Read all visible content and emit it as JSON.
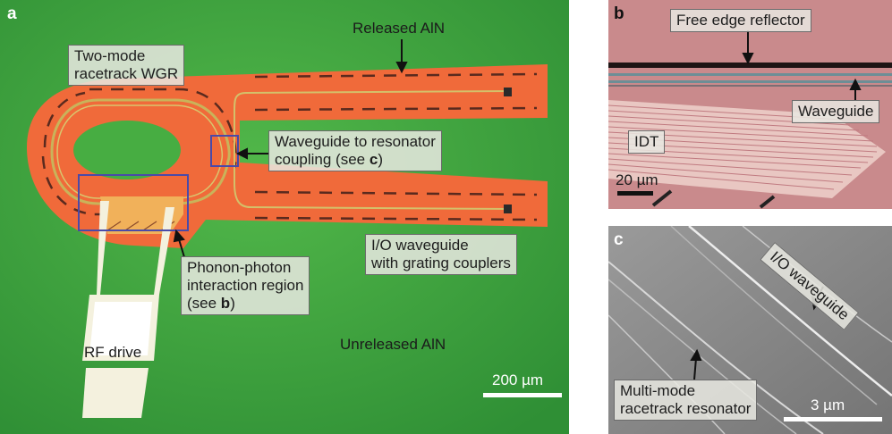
{
  "panel_a": {
    "letter": "a",
    "label_two_mode": "Two-mode\nracetrack WGR",
    "label_released": "Released AlN",
    "label_coupling_pre": "Waveguide to resonator\ncoupling (see ",
    "label_coupling_ref": "c",
    "label_coupling_post": ")",
    "label_phonon_pre": "Phonon-photon\ninteraction region\n(see ",
    "label_phonon_ref": "b",
    "label_phonon_post": ")",
    "label_io": "I/O waveguide\nwith grating couplers",
    "label_rf": "RF drive",
    "label_unreleased": "Unreleased AlN",
    "scale": "200 µm"
  },
  "panel_b": {
    "letter": "b",
    "label_reflector": "Free edge reflector",
    "label_waveguide": "Waveguide",
    "label_idt": "IDT",
    "scale": "20 µm"
  },
  "panel_c": {
    "letter": "c",
    "label_io": "I/O waveguide",
    "label_resonator": "Multi-mode\nracetrack resonator",
    "scale": "3 µm"
  },
  "colors": {
    "substrate": "#3fa53c",
    "released": "#f06a3a",
    "sem": "#868686",
    "box": "#4a4aa8"
  }
}
